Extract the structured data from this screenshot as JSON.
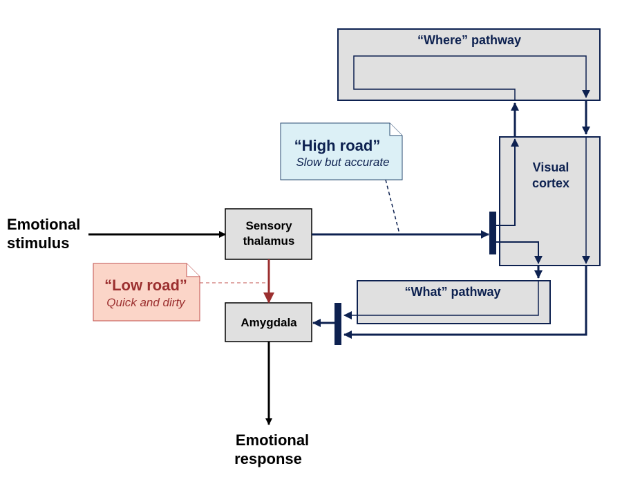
{
  "stimulus": {
    "line1": "Emotional",
    "line2": "stimulus"
  },
  "response": {
    "line1": "Emotional",
    "line2": "response"
  },
  "thalamus": {
    "line1": "Sensory",
    "line2": "thalamus"
  },
  "amygdala": {
    "label": "Amygdala"
  },
  "visual_cortex": {
    "line1": "Visual",
    "line2": "cortex"
  },
  "where_pathway": {
    "label": "“Where” pathway"
  },
  "what_pathway": {
    "label": "“What” pathway"
  },
  "high_road": {
    "title": "“High road”",
    "subtitle": "Slow but accurate"
  },
  "low_road": {
    "title": "“Low road”",
    "subtitle": "Quick and dirty"
  },
  "colors": {
    "navy": "#0d2150",
    "box_fill": "#e0e0e0",
    "low_road_red": "#9b2f2f",
    "low_road_fill": "#fbd5c8",
    "high_road_fill": "#dcf0f6",
    "black": "#000000"
  }
}
